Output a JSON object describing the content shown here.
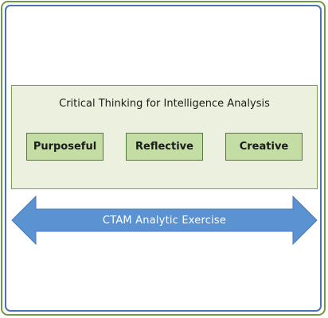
{
  "diagram": {
    "title": "Critical Thinking for Intelligence Analysis",
    "qualities": [
      {
        "label": "Purposeful"
      },
      {
        "label": "Reflective"
      },
      {
        "label": "Creative"
      }
    ],
    "arrow_label": "CTAM Analytic Exercise"
  },
  "colors": {
    "outer_frame": "#6f9a48",
    "inner_frame": "#4a74ad",
    "panel_fill": "#ebf1de",
    "pill_fill": "#c3dda4",
    "arrow_fill": "#5b92d1",
    "arrow_stroke": "#4a7ab8"
  }
}
